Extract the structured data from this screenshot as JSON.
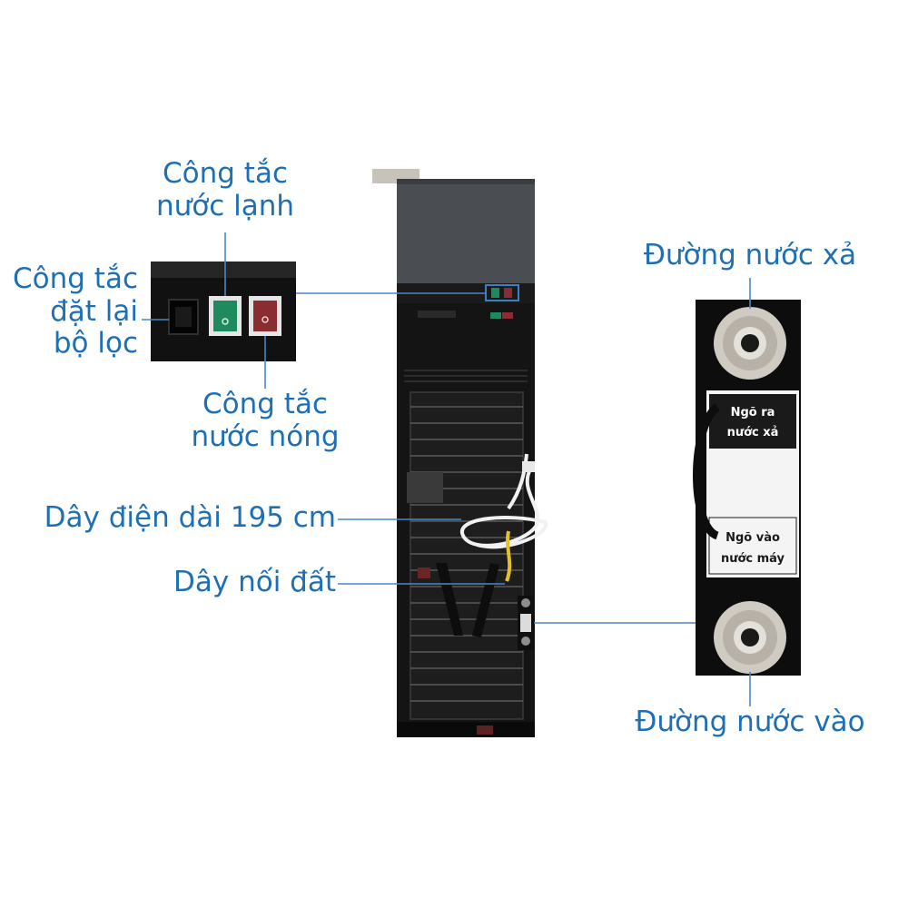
{
  "labels": {
    "cold_switch": [
      "Công tắc",
      "nước lạnh"
    ],
    "filter_reset": [
      "Công tắc",
      "đặt lại",
      "bộ lọc"
    ],
    "hot_switch": [
      "Công tắc",
      "nước nóng"
    ],
    "power_cord": "Dây điện dài 195 cm",
    "ground_wire": "Dây nối đất",
    "drain_line": "Đường nước xả",
    "inlet_line": "Đường nước vào"
  },
  "panel_tags": {
    "drain_outlet": [
      "Ngõ ra",
      "nước xả"
    ],
    "tap_inlet": [
      "Ngõ vào",
      "nước máy"
    ]
  },
  "colors": {
    "label_text": "#1f6fb5",
    "leader_line": "#4a86c6",
    "cold_switch": "#1e8a5e",
    "hot_switch": "#8a2d33",
    "unit_body": "#141414",
    "top_panel": "#4a4d52"
  }
}
